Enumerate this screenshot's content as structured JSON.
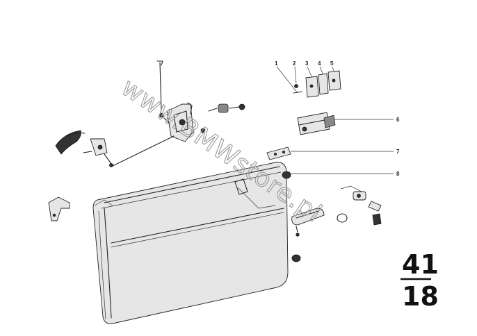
{
  "diagram": {
    "callouts": [
      {
        "number": "1"
      },
      {
        "number": "2"
      },
      {
        "number": "3"
      },
      {
        "number": "4"
      },
      {
        "number": "5"
      },
      {
        "number": "6"
      },
      {
        "number": "7"
      },
      {
        "number": "8"
      }
    ],
    "group_number": {
      "top": "41",
      "bottom": "18"
    },
    "watermark": "www.BMWstore.pl"
  }
}
